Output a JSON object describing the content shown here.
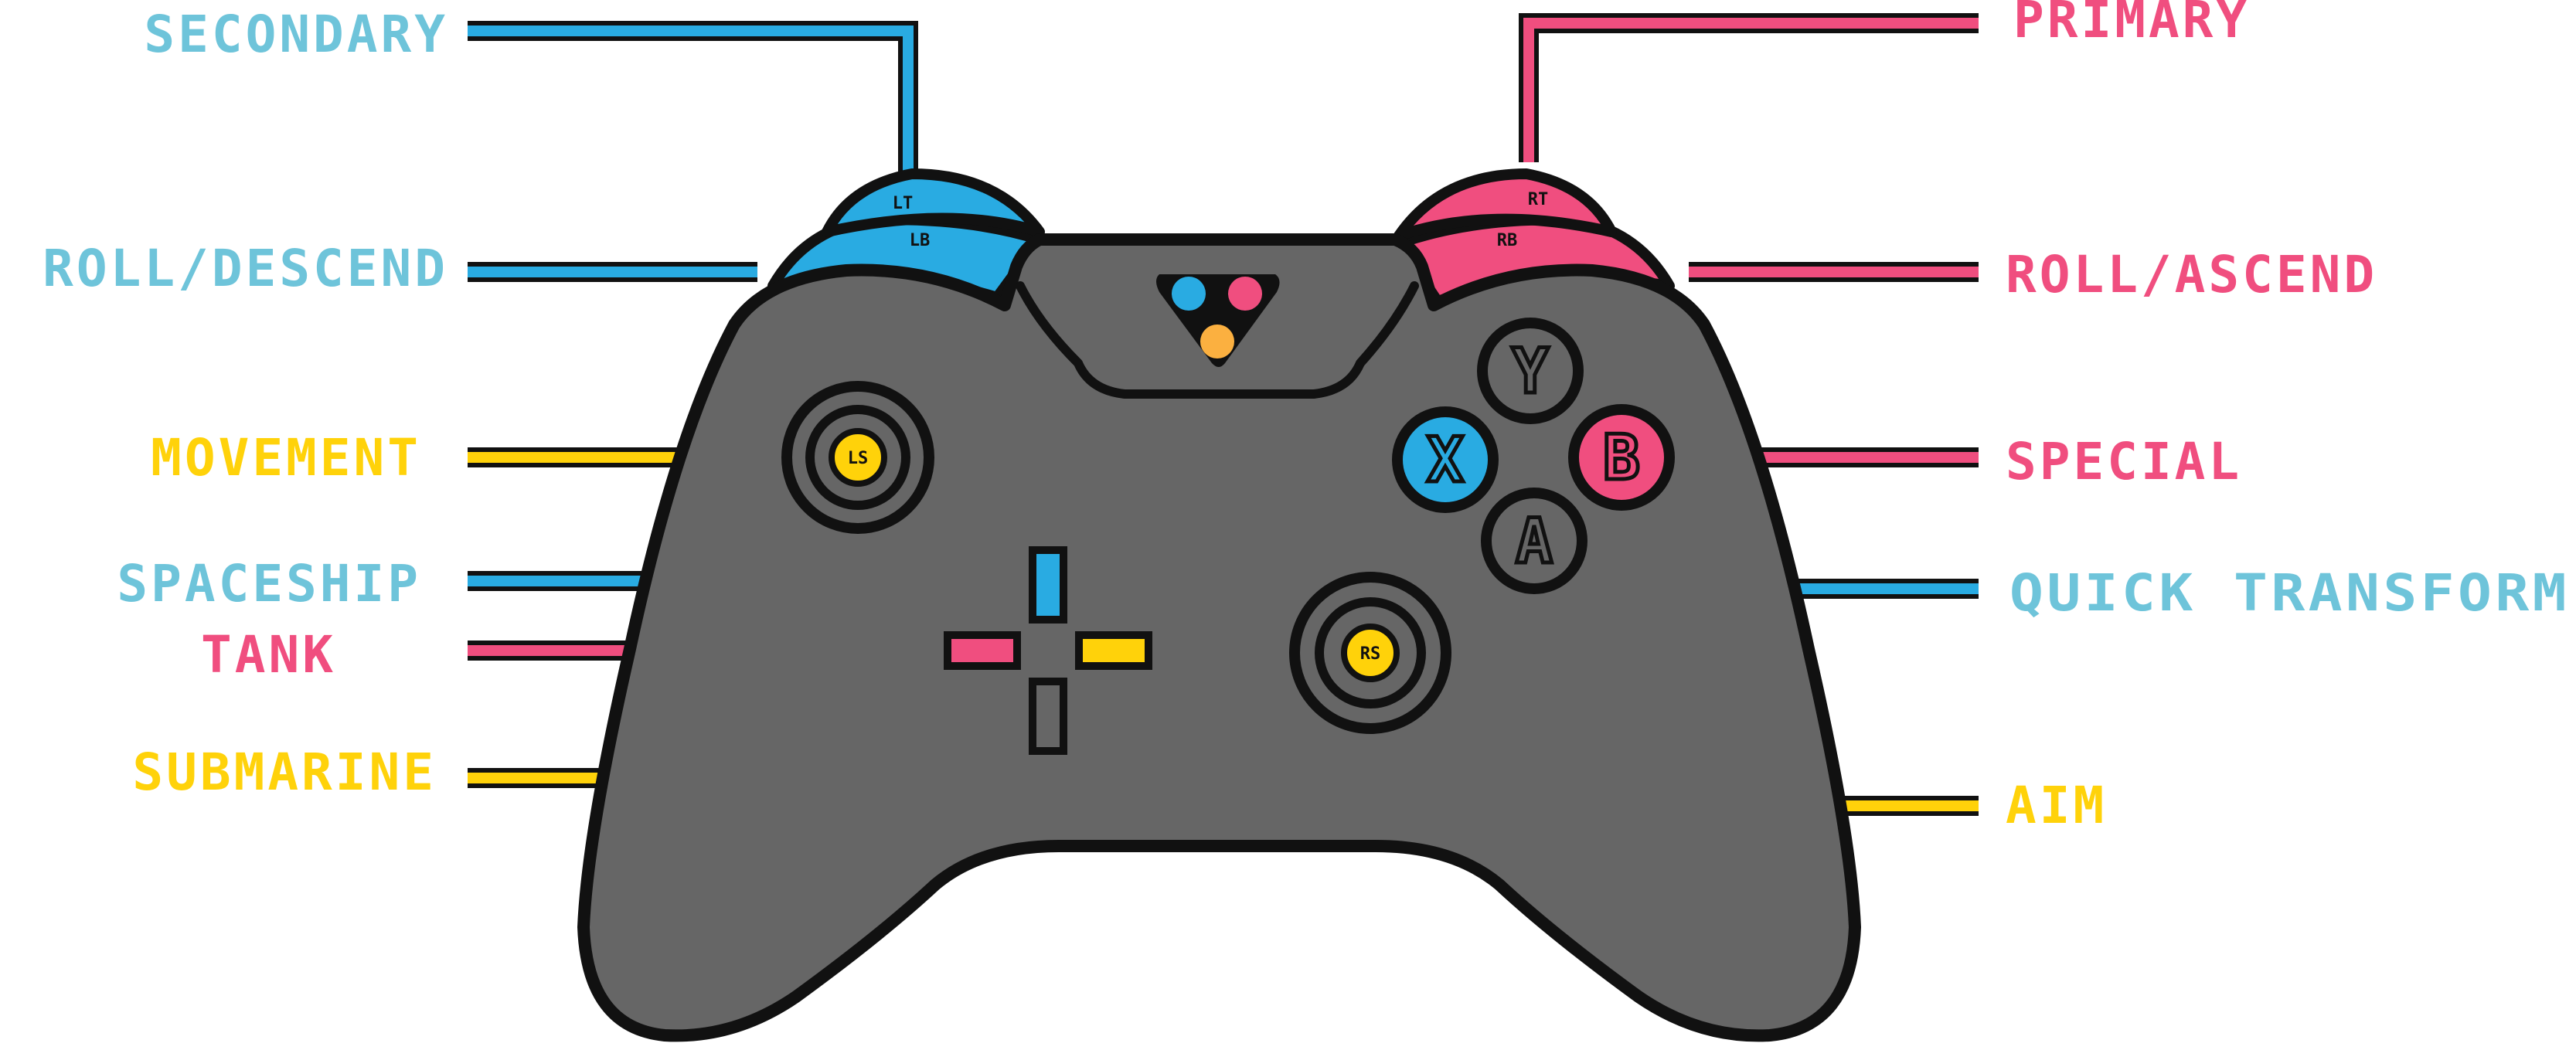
{
  "colors": {
    "blue": "#29abe2",
    "blue_label": "#6ec4da",
    "pink": "#f04e7f",
    "yellow": "#ffd20a",
    "body": "#666666",
    "outline": "#111111",
    "orange": "#fbb040"
  },
  "controller": {
    "triggers": {
      "left_trigger": "LT",
      "left_bumper": "LB",
      "right_trigger": "RT",
      "right_bumper": "RB"
    },
    "sticks": {
      "left": "LS",
      "right": "RS"
    },
    "face_buttons": {
      "y": "Y",
      "x": "X",
      "b": "B",
      "a": "A"
    },
    "logo_icon": "tri-color-logo-icon"
  },
  "labels": {
    "secondary": "SECONDARY",
    "roll_descend": "ROLL/DESCEND",
    "movement": "MOVEMENT",
    "spaceship": "SPACESHIP",
    "tank": "TANK",
    "submarine": "SUBMARINE",
    "primary": "PRIMARY",
    "roll_ascend": "ROLL/ASCEND",
    "special": "SPECIAL",
    "quick_transform": "QUICK TRANSFORM",
    "aim": "AIM"
  }
}
